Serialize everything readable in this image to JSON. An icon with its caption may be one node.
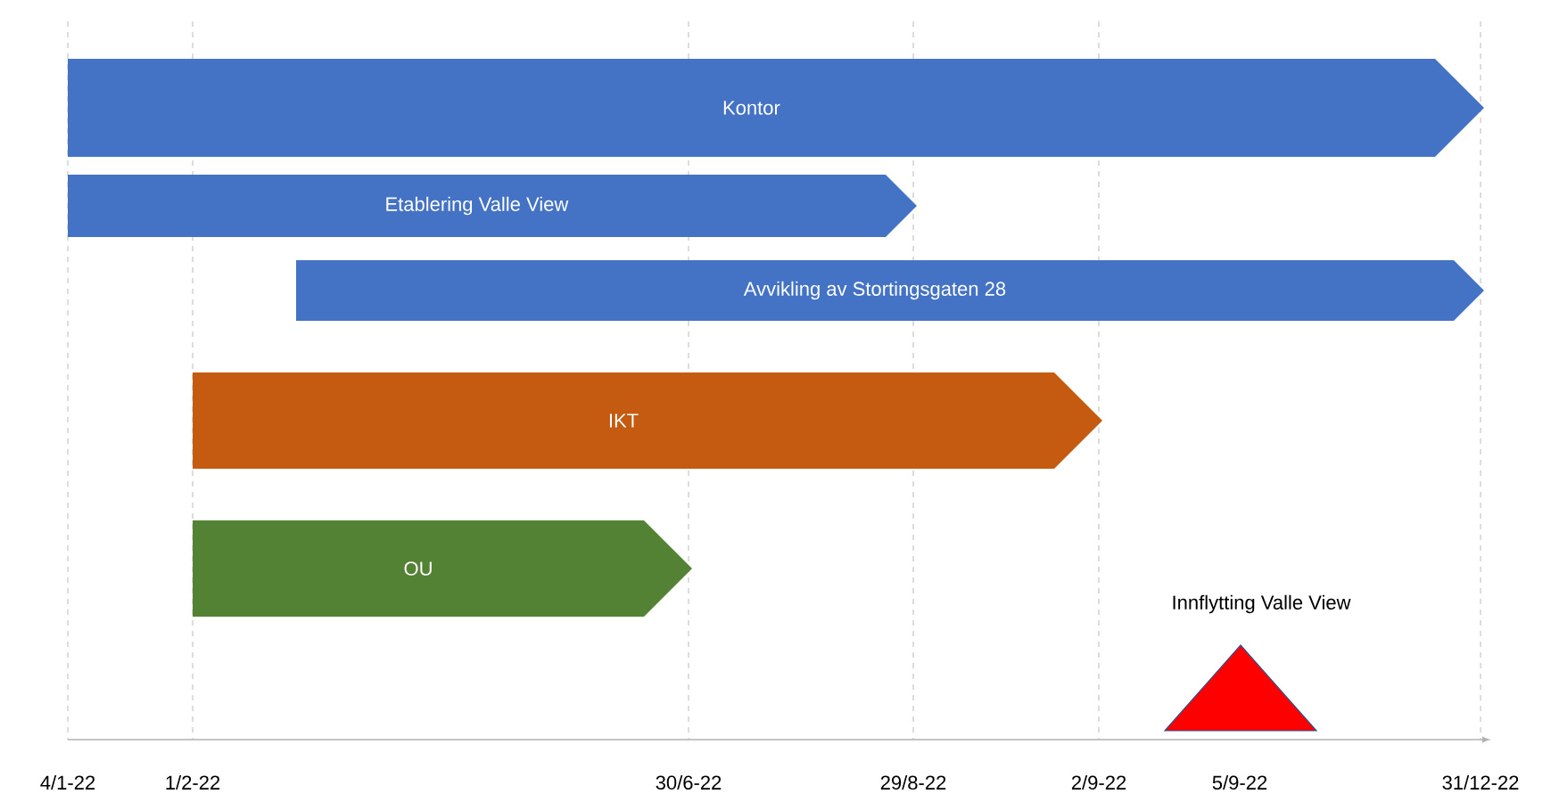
{
  "diagram": {
    "nodes": [
      {
        "text": [
          "Kontor"
        ]
      },
      {
        "text": [
          "Etablering Valle View"
        ]
      },
      {
        "text": [
          "Avvikling av Stortingsgaten 28"
        ]
      },
      {
        "text": [
          "IKT"
        ]
      },
      {
        "text": [
          "OU"
        ]
      },
      {
        "text": [
          "Innflytting Valle View"
        ]
      }
    ],
    "labels": [
      "4/1-22",
      "1/2-22",
      "30/6-22",
      "29/8-22",
      "2/9-22",
      "5/9-22",
      "31/12-22"
    ]
  }
}
